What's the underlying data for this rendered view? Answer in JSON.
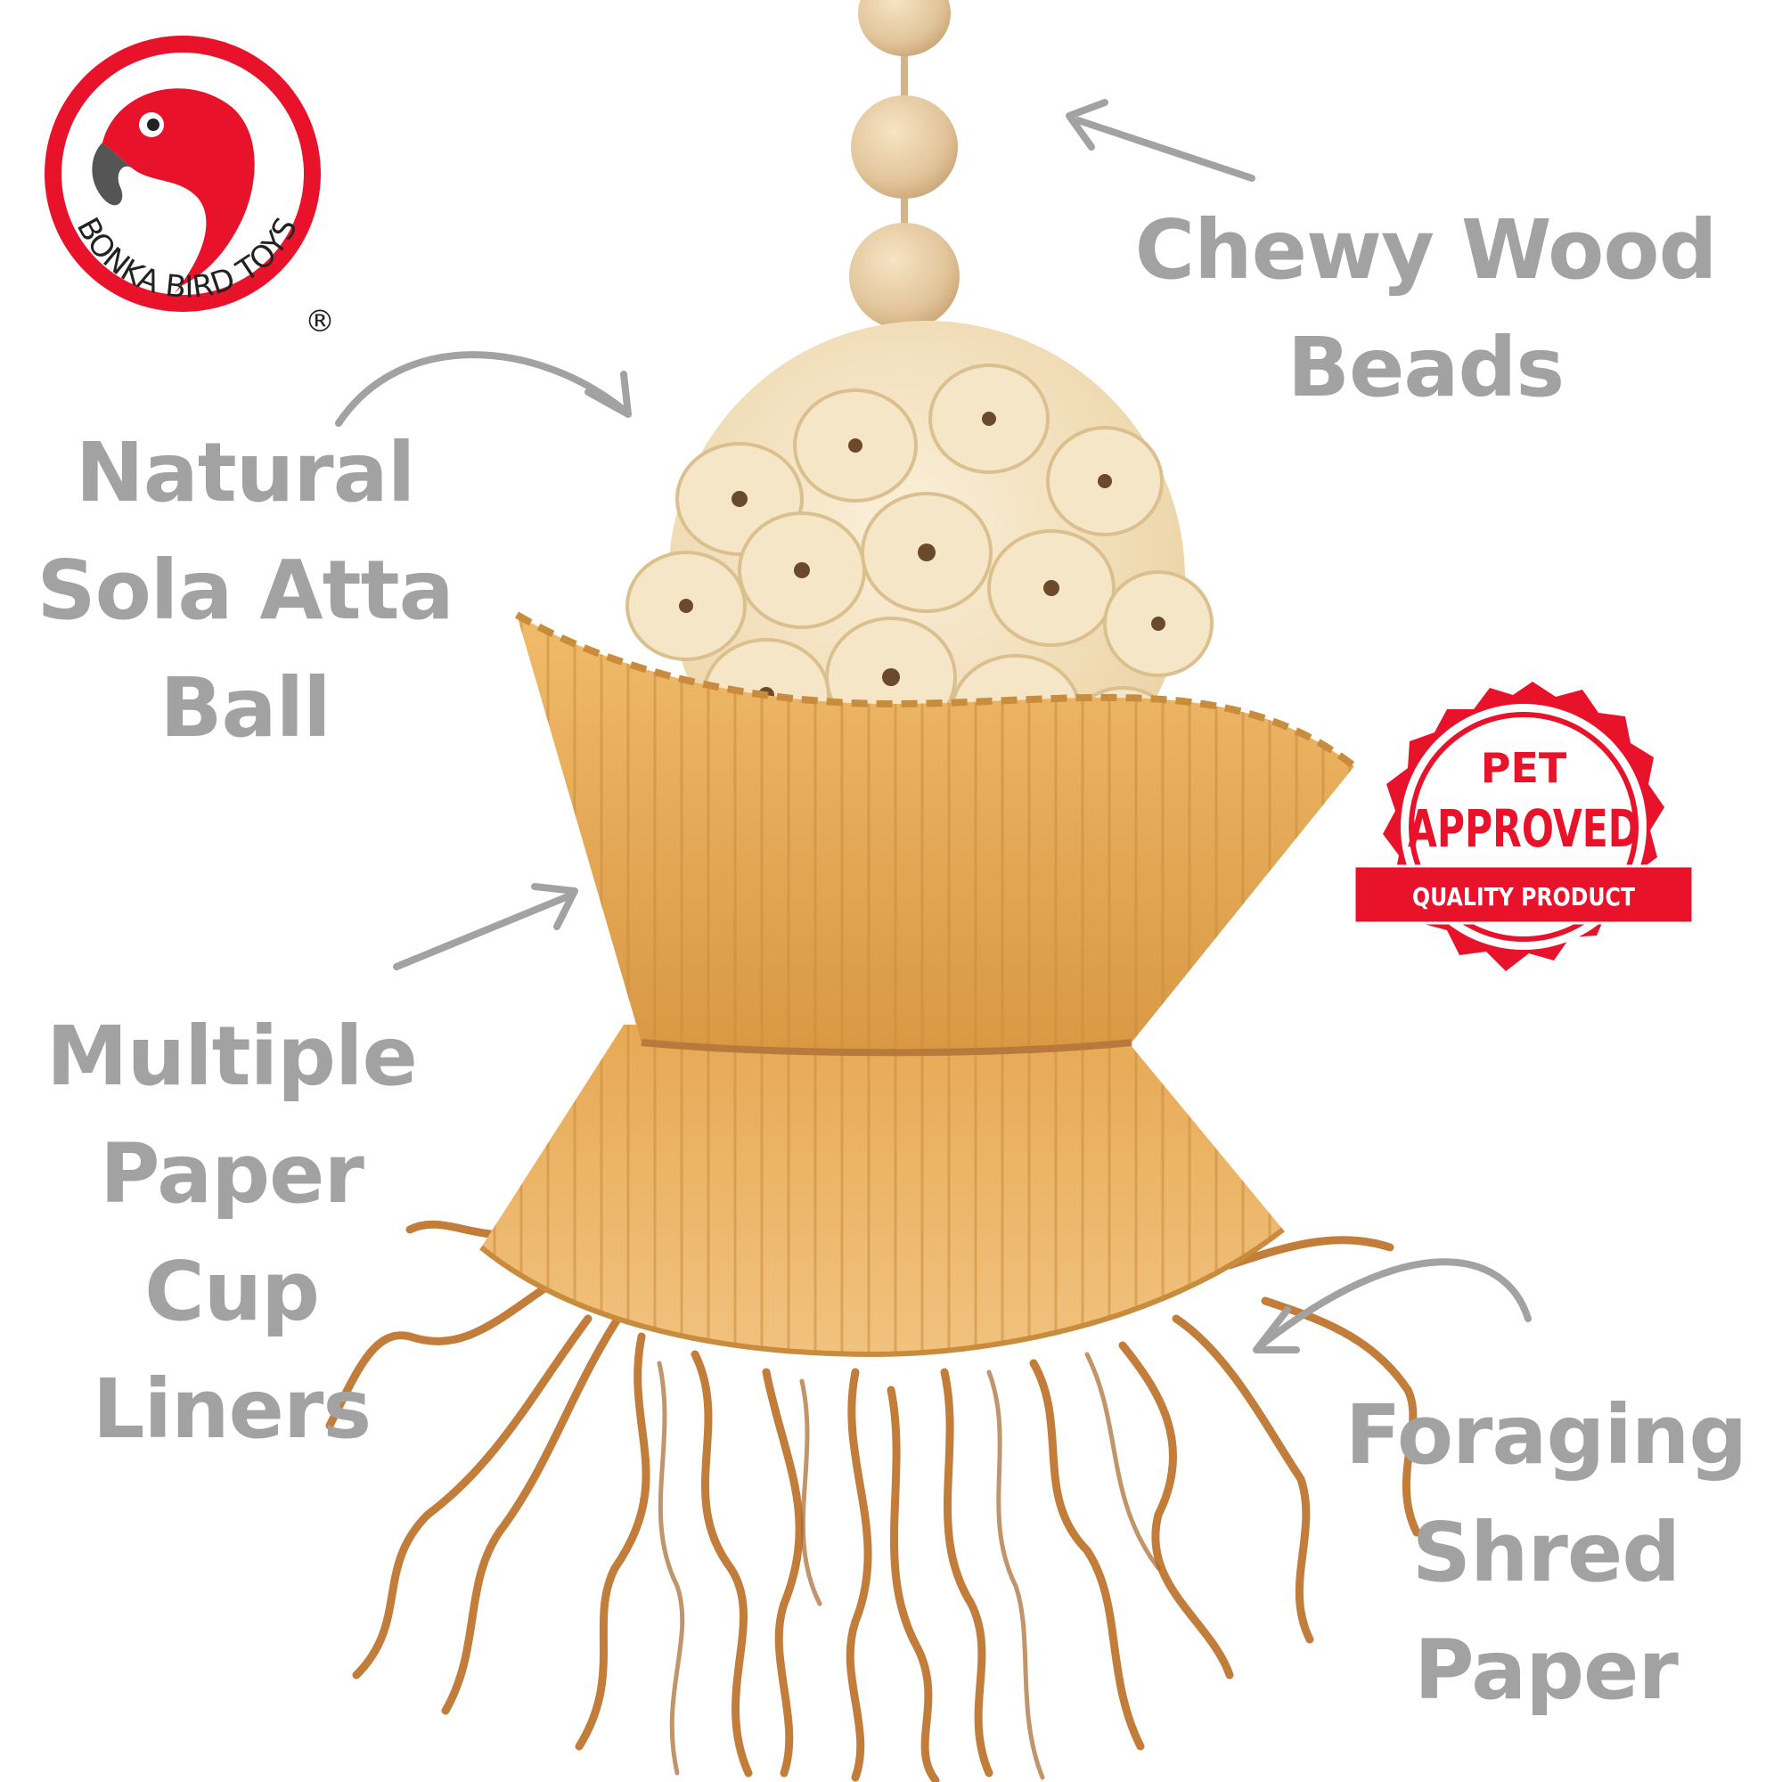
{
  "brand": {
    "name": "BONKA BIRD TOYS",
    "registered_mark": "®",
    "logo_icon": "parrot-head-icon",
    "colors": {
      "red": "#e8122a",
      "beak": "#555555"
    }
  },
  "callouts": {
    "wood_beads": {
      "lines": [
        "Chewy Wood",
        "Beads"
      ]
    },
    "sola_ball": {
      "lines": [
        "Natural",
        "Sola Atta",
        "Ball"
      ]
    },
    "cup_liners": {
      "lines": [
        "Multiple",
        "Paper",
        "Cup",
        "Liners"
      ]
    },
    "shred_paper": {
      "lines": [
        "Foraging",
        "Shred",
        "Paper"
      ]
    }
  },
  "badge": {
    "top": "PET",
    "middle": "APPROVED",
    "band": "QUALITY PRODUCT",
    "color": "#e8122a"
  },
  "colors": {
    "callout_text": "#a2a2a2",
    "arrow": "#a2a2a2",
    "wood": "#e2c49a",
    "sola": "#f1dcb4",
    "paper_cup": "#e9ae5a",
    "shred": "#c27d3a"
  }
}
